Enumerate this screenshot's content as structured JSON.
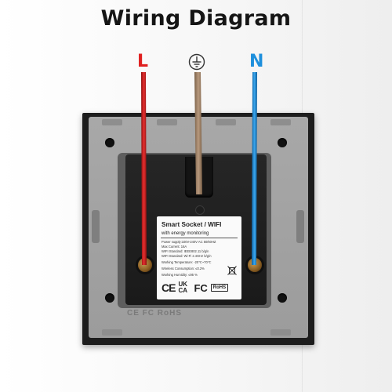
{
  "title": "Wiring Diagram",
  "terminals": {
    "live": {
      "label": "L",
      "color": "#e02020"
    },
    "earth": {
      "icon": "earth-ground-icon",
      "color": "#a3866c"
    },
    "neutral": {
      "label": "N",
      "color": "#1e8fdc"
    }
  },
  "product_label": {
    "title": "Smart Socket / WIFI",
    "subtitle": "with energy  monitoring",
    "specs": [
      "Power supply:100V-240V AC  50/60HZ",
      "Max Current: 16A",
      "WIFI Standard: IEEE802.11 b/g/n",
      "WIFI Standard: Wi-Fi 2.4GHz b/g/n",
      "Working Temperature: -20℃~70℃",
      "Wireless Consumption: ≤0.2%",
      "Working Humidity: ≤95 %"
    ],
    "marks": {
      "ce": "CE",
      "ukca_top": "UK",
      "ukca_bottom": "CA",
      "fc": "FC",
      "rohs": "RoHS"
    }
  },
  "plate_marks": "CE FC RoHS"
}
